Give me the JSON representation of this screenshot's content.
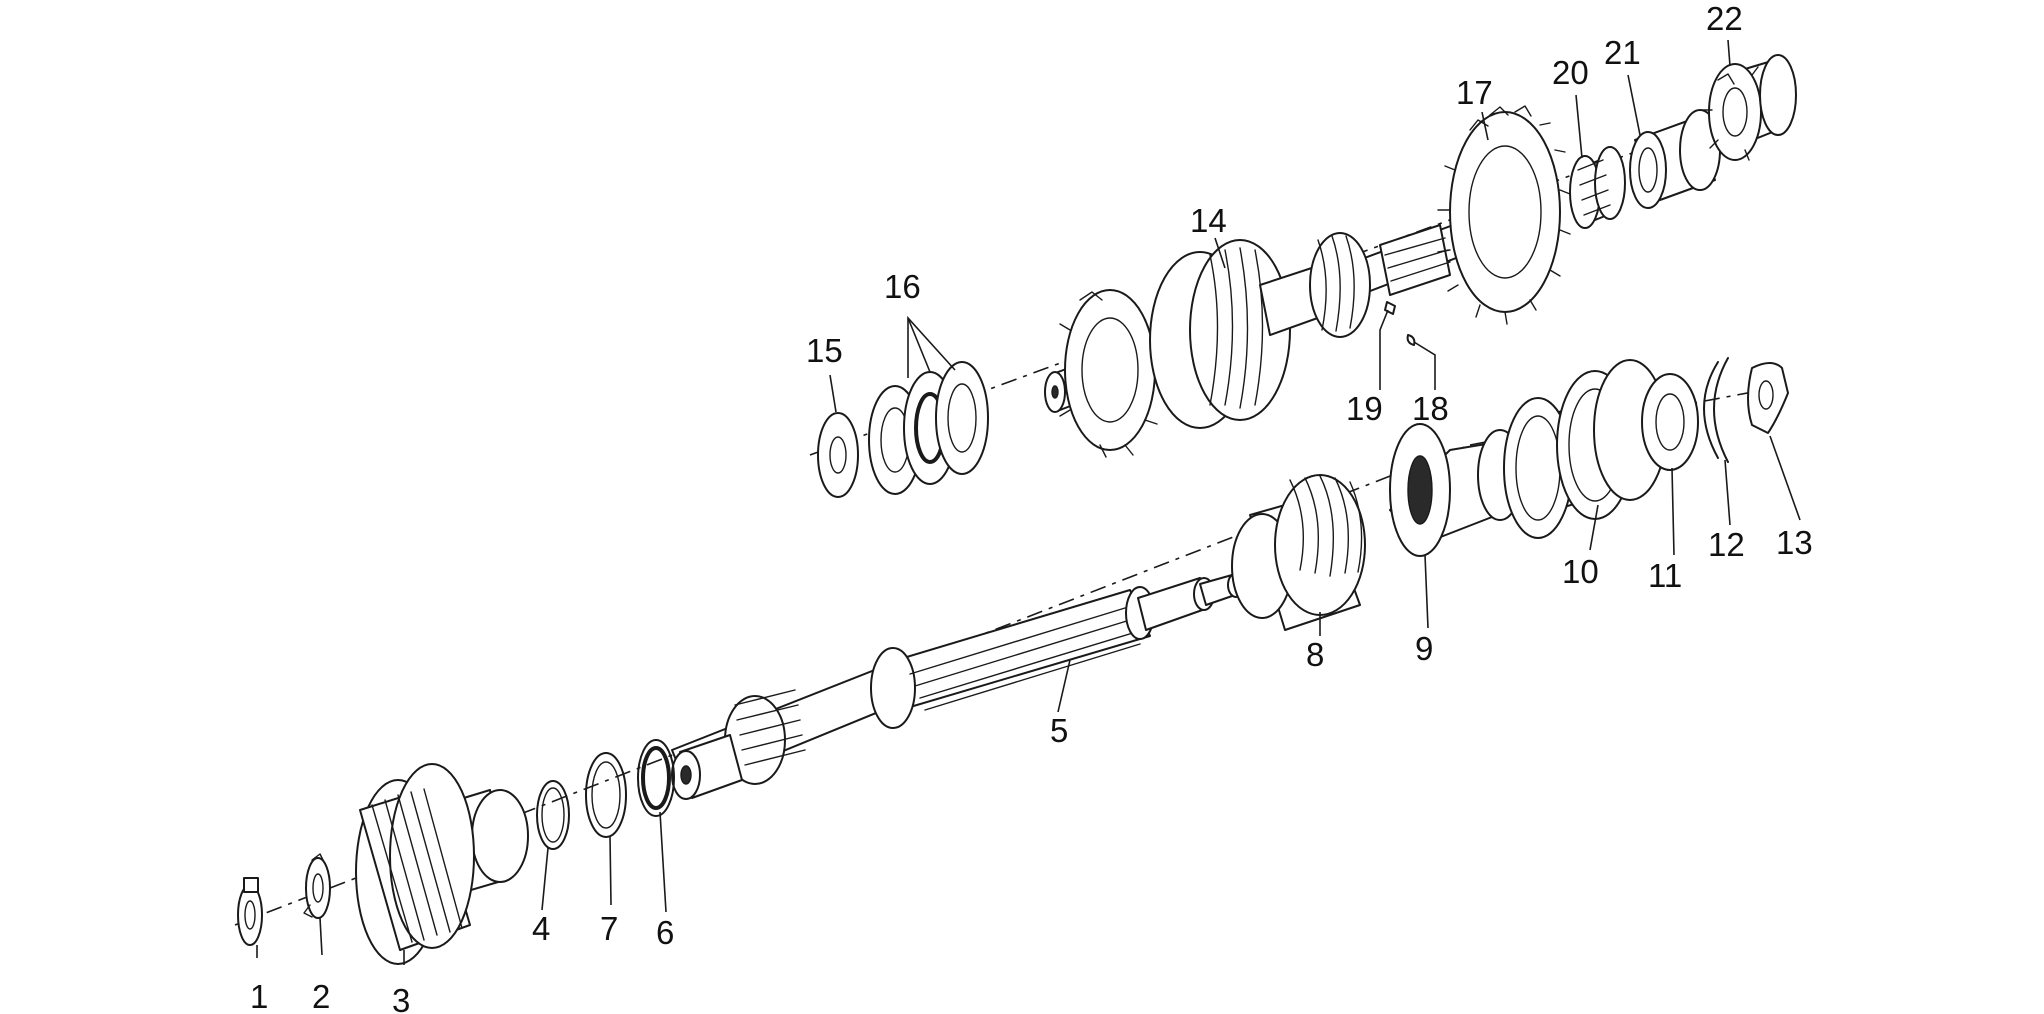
{
  "colors": {
    "line": "#1a1a1a",
    "background": "#ffffff",
    "label": "#111111"
  },
  "callouts": [
    {
      "id": "1",
      "text": "1"
    },
    {
      "id": "2",
      "text": "2"
    },
    {
      "id": "3",
      "text": "3"
    },
    {
      "id": "4",
      "text": "4"
    },
    {
      "id": "5",
      "text": "5"
    },
    {
      "id": "6",
      "text": "6"
    },
    {
      "id": "7",
      "text": "7"
    },
    {
      "id": "8",
      "text": "8"
    },
    {
      "id": "9",
      "text": "9"
    },
    {
      "id": "10",
      "text": "10"
    },
    {
      "id": "11",
      "text": "11"
    },
    {
      "id": "12",
      "text": "12"
    },
    {
      "id": "13",
      "text": "13"
    },
    {
      "id": "14",
      "text": "14"
    },
    {
      "id": "15",
      "text": "15"
    },
    {
      "id": "16",
      "text": "16"
    },
    {
      "id": "17",
      "text": "17"
    },
    {
      "id": "18",
      "text": "18"
    },
    {
      "id": "19",
      "text": "19"
    },
    {
      "id": "20",
      "text": "20"
    },
    {
      "id": "21",
      "text": "21"
    },
    {
      "id": "22",
      "text": "22"
    }
  ]
}
